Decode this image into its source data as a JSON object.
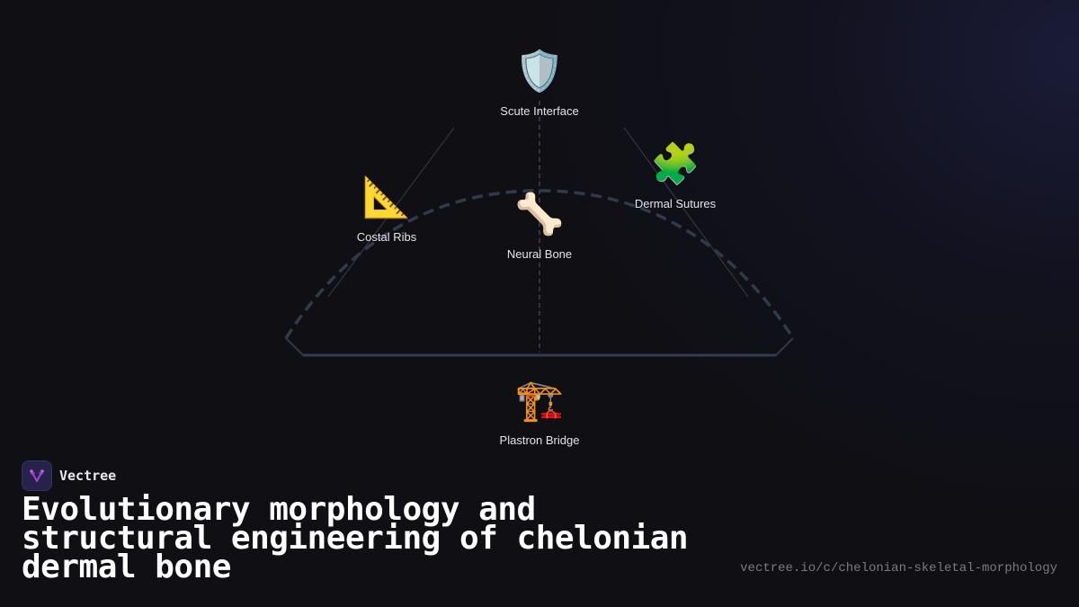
{
  "diagram": {
    "nodes": [
      {
        "id": "scute",
        "label": "Scute Interface",
        "icon": "shield-icon",
        "glyph": "🛡️"
      },
      {
        "id": "costal",
        "label": "Costal Ribs",
        "icon": "triangular-ruler-icon",
        "glyph": "📐"
      },
      {
        "id": "neural",
        "label": "Neural Bone",
        "icon": "bone-icon",
        "glyph": "🦴"
      },
      {
        "id": "dermal",
        "label": "Dermal Sutures",
        "icon": "puzzle-piece-icon",
        "glyph": "🧩"
      },
      {
        "id": "plastron",
        "label": "Plastron Bridge",
        "icon": "construction-crane-icon",
        "glyph": "🏗️"
      }
    ],
    "colors": {
      "background": "#0f0f14",
      "arch_stroke": "#2f3a4c",
      "guide_line": "#3a3a44",
      "label_text": "#e4e4ea"
    }
  },
  "brand": {
    "name": "Vectree",
    "logo_icon": "vectree-fork-icon",
    "logo_color": "#a63fd8"
  },
  "title": {
    "line1": "Evolutionary morphology and",
    "line2": "structural engineering of chelonian",
    "line3": "dermal bone"
  },
  "footer": {
    "url": "vectree.io/c/chelonian-skeletal-morphology"
  }
}
